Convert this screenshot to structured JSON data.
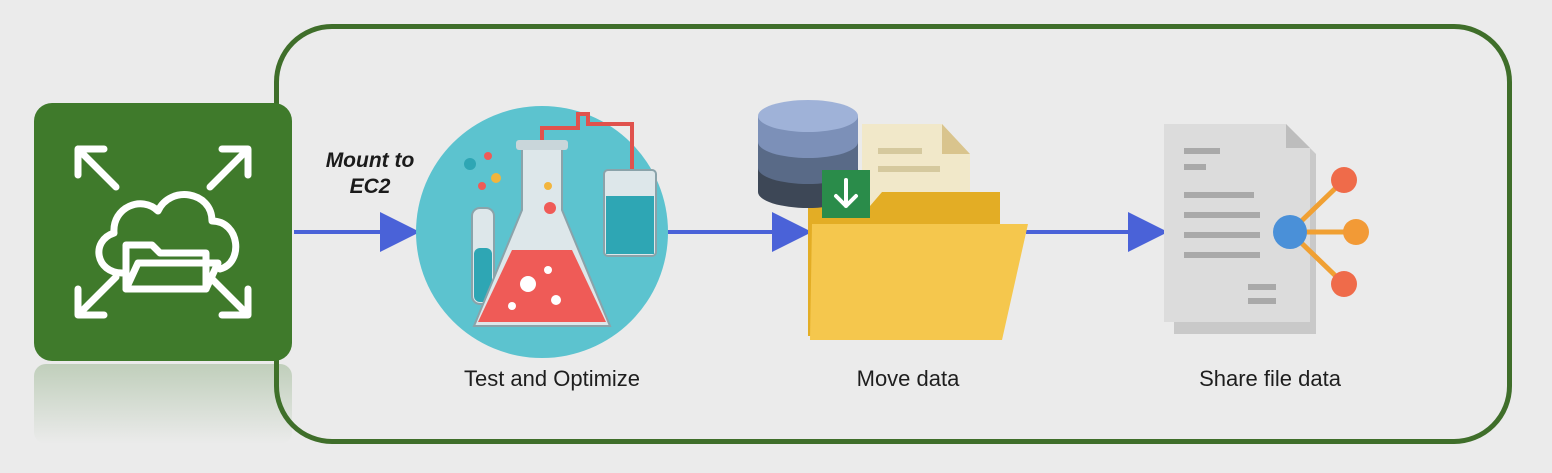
{
  "mount_label": "Mount to\nEC2",
  "steps": [
    {
      "caption": "Test and Optimize",
      "icon": "lab-flask-icon"
    },
    {
      "caption": "Move data",
      "icon": "database-folder-transfer-icon"
    },
    {
      "caption": "Share file data",
      "icon": "document-share-icon"
    }
  ],
  "colors": {
    "frame": "#3f6e2a",
    "tile": "#3f7a2b",
    "arrow": "#4a62d8"
  },
  "source_icon": "efs-cloud-folder-icon"
}
